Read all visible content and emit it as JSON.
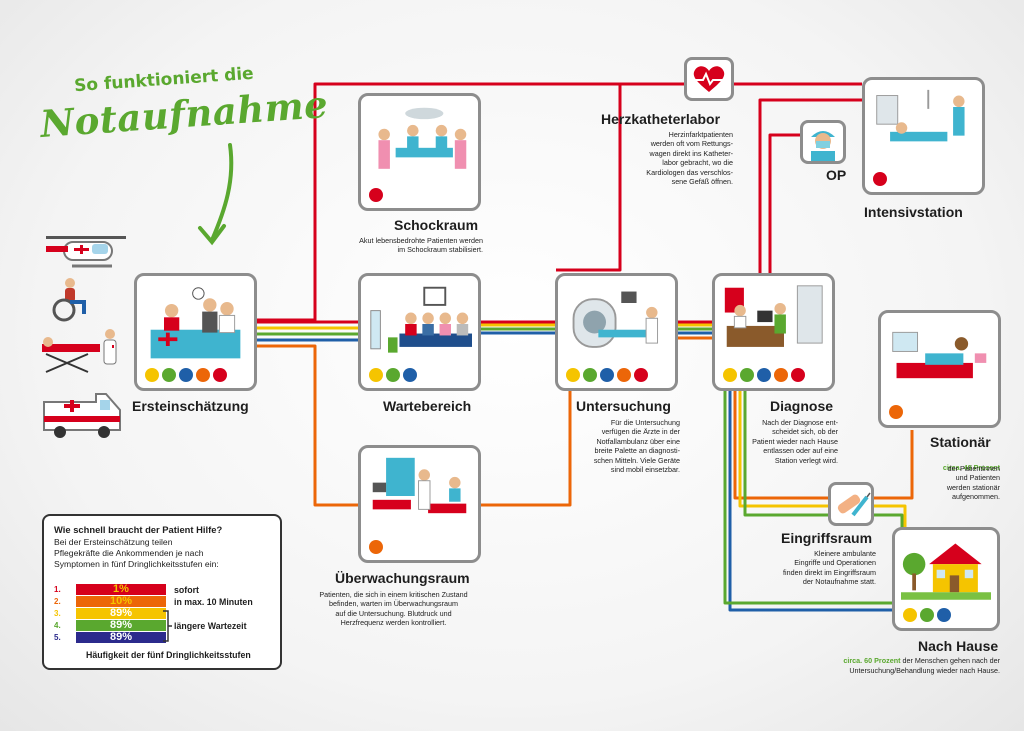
{
  "header": {
    "line1": "So funktioniert die",
    "line2": "Notaufnahme"
  },
  "colors": {
    "red": "#d6001c",
    "orange": "#ec6608",
    "yellow": "#f5c400",
    "green": "#5aa82f",
    "blue": "#1f5fa8",
    "frame": "#8d8d8d"
  },
  "stations": {
    "ersteinschaetzung": {
      "title": "Ersteinschätzung",
      "dots": [
        "#f5c400",
        "#5aa82f",
        "#1f5fa8",
        "#ec6608",
        "#d6001c"
      ]
    },
    "schockraum": {
      "title": "Schockraum",
      "text": "Akut lebensbedrohte Patienten werden\nim Schockraum stabilisiert.",
      "dots": [
        "#d6001c"
      ]
    },
    "wartebereich": {
      "title": "Wartebereich",
      "dots": [
        "#f5c400",
        "#5aa82f",
        "#1f5fa8"
      ]
    },
    "ueberwachungsraum": {
      "title": "Überwachungsraum",
      "text": "Patienten, die sich in einem kritischen Zustand\nbefinden, warten im Überwachungsraum\nauf die Untersuchung. Blutdruck und\nHerzfrequenz werden kontrolliert.",
      "dots": [
        "#ec6608"
      ]
    },
    "untersuchung": {
      "title": "Untersuchung",
      "text": "Für die Untersuchung\nverfügen die Ärzte in der\nNotfallambulanz über eine\nbreite Palette an diagnosti-\nschen Mitteln. Viele Geräte\nsind mobil einsetzbar.",
      "dots": [
        "#f5c400",
        "#5aa82f",
        "#1f5fa8",
        "#ec6608",
        "#d6001c"
      ]
    },
    "herzkatheterlabor": {
      "title": "Herzkatheterlabor",
      "text": "Herzinfarktpatienten\nwerden oft vom Rettungs-\nwagen direkt ins Katheter-\nlabor gebracht, wo die\nKardiologen das verschlos-\nsene Gefäß öffnen."
    },
    "diagnose": {
      "title": "Diagnose",
      "text": "Nach der Diagnose ent-\nscheidet sich, ob der\nPatient wieder nach Hause\nentlassen oder auf eine\nStation verlegt wird.",
      "dots": [
        "#f5c400",
        "#5aa82f",
        "#1f5fa8",
        "#ec6608",
        "#d6001c"
      ]
    },
    "op": {
      "title": "OP"
    },
    "intensivstation": {
      "title": "Intensivstation",
      "dots": [
        "#d6001c"
      ]
    },
    "stationaer": {
      "title": "Stationär",
      "highlight": "circa. 40 Prozent",
      "text": "der Patientinnen\nund Patienten\nwerden stationär\naufgenommen.",
      "dots": [
        "#ec6608"
      ]
    },
    "eingriffsraum": {
      "title": "Eingriffsraum",
      "text": "Kleinere ambulante\nEingriffe und Operationen\nfinden direkt im Eingriffsraum\nder Notaufnahme statt."
    },
    "nach_hause": {
      "title": "Nach Hause",
      "highlight": "circa. 60 Prozent",
      "text_after": " der Menschen gehen nach der",
      "text_line2": "Untersuchung/Behandlung wieder nach Hause.",
      "dots": [
        "#f5c400",
        "#5aa82f",
        "#1f5fa8"
      ]
    }
  },
  "legend": {
    "title": "Wie schnell braucht der Patient Hilfe?",
    "text": "Bei der Ersteinschätzung teilen\nPflegekräfte die Ankommenden je nach\nSymptomen in fünf Dringlichkeitsstufen ein:",
    "levels": [
      {
        "num": "1.",
        "value": "1%",
        "color": "#d6001c",
        "text_color": "#f5c400",
        "percent": 1
      },
      {
        "num": "2.",
        "value": "10%",
        "color": "#ec6608",
        "text_color": "#f5c400",
        "percent": 10
      },
      {
        "num": "3.",
        "value": "89%",
        "color": "#f5c400",
        "text_color": "#ffffff",
        "percent": 89
      },
      {
        "num": "4.",
        "value": "89%",
        "color": "#5aa82f",
        "text_color": "#ffffff",
        "percent": 89
      },
      {
        "num": "5.",
        "value": "89%",
        "color": "#2b2a8c",
        "text_color": "#ffffff",
        "percent": 89
      }
    ],
    "label_sofort": "sofort",
    "label_10min": "in max. 10 Minuten",
    "label_later": "längere Wartezeit",
    "footer": "Häufigkeit der fünf Dringlichkeitsstufen"
  }
}
